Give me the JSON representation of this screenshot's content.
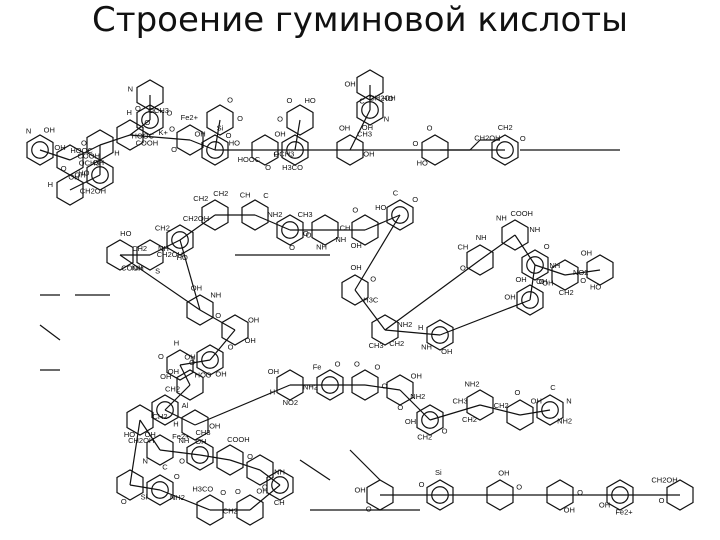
{
  "slide": {
    "title": "Строение гуминовой кислоты"
  },
  "colors": {
    "ink": "#111111",
    "background": "#ffffff"
  },
  "diagram": {
    "labels": [
      "OH",
      "OH",
      "HOOC",
      "COOH",
      "HO",
      "COOH",
      "HOOC",
      "N",
      "Fe2+",
      "HO",
      "O",
      "HOOC",
      "OH",
      "HO",
      "OH",
      "OH",
      "OH",
      "O",
      "O",
      "COOH",
      "NH",
      "CH2",
      "CH2",
      "NH2",
      "O",
      "O",
      "O",
      "O",
      "H3C",
      "CH3",
      "H",
      "NH",
      "NH",
      "O",
      "OH",
      "OH",
      "OH",
      "O",
      "O",
      "OH",
      "H",
      "O",
      "H",
      "Fe2+",
      "OH",
      "O",
      "O",
      "O",
      "OH",
      "NH2",
      "OH",
      "NH2",
      "HO",
      "CH2OH",
      "CH3",
      "O",
      "O",
      "OH",
      "O",
      "O",
      "NH2",
      "O",
      "OH",
      "Si",
      "O",
      "OH",
      "OH",
      "CH2OH",
      "OH",
      "OCH3",
      "OH",
      "OH",
      "O",
      "O",
      "K+",
      "O",
      "O",
      "Si",
      "O",
      "O",
      "H",
      "O",
      "CH3",
      "N",
      "C",
      "O",
      "CH2",
      "CH2",
      "S",
      "NH",
      "CH2",
      "C",
      "O",
      "NH",
      "CH",
      "C",
      "O",
      "CH2",
      "NH",
      "CH",
      "COOH",
      "NH",
      "CH2",
      "NO2",
      "OH",
      "NH",
      "OH",
      "HO",
      "O",
      "O",
      "Al",
      "OH",
      "H",
      "Fe",
      "O",
      "NH2",
      "CH2",
      "CH3",
      "O",
      "N",
      "OH",
      "N",
      "NH",
      "COOH",
      "NH",
      "CH",
      "CH2",
      "H3CO",
      "O",
      "Si",
      "O",
      "O",
      "OH",
      "O",
      "Fe2+",
      "O",
      "N",
      "O",
      "H",
      "CH2OH",
      "H",
      "H",
      "O",
      "OCH3",
      "O",
      "OH",
      "O",
      "OCH3",
      "H3CO",
      "O",
      "OH",
      "HO",
      "CH2OH",
      "HO",
      "CH2OH",
      "HO",
      "CH2OH",
      "HO",
      "CH2OH",
      "CH",
      "CH3",
      "NH",
      "OH",
      "HO",
      "OH",
      "NH2",
      "OH",
      "O",
      "NH",
      "O",
      "O",
      "HO",
      "OH",
      "OH",
      "OH",
      "OH",
      "OH",
      "OH",
      "CH2",
      "OH",
      "NO2",
      "NH2",
      "O",
      "OH",
      "O",
      "CH2",
      "CH2",
      "C",
      "CH2",
      "C",
      "O"
    ]
  }
}
